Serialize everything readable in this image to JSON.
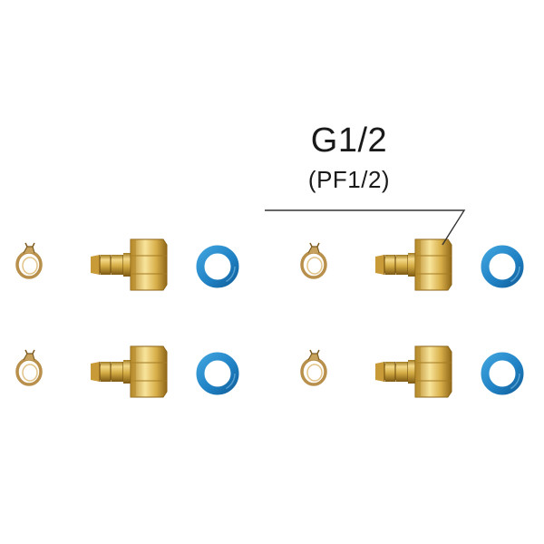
{
  "label": {
    "main": "G1/2",
    "sub": "(PF1/2)"
  },
  "colors": {
    "brass": "#d9b24a",
    "brass_dark": "#8a6316",
    "brass_light": "#fbeaa2",
    "ring": "#1f80c3",
    "clamp": "#c7a25e",
    "leader": "#333333"
  },
  "sets": [
    {
      "name": "set-top-left"
    },
    {
      "name": "set-top-right"
    },
    {
      "name": "set-bottom-left"
    },
    {
      "name": "set-bottom-right"
    }
  ]
}
